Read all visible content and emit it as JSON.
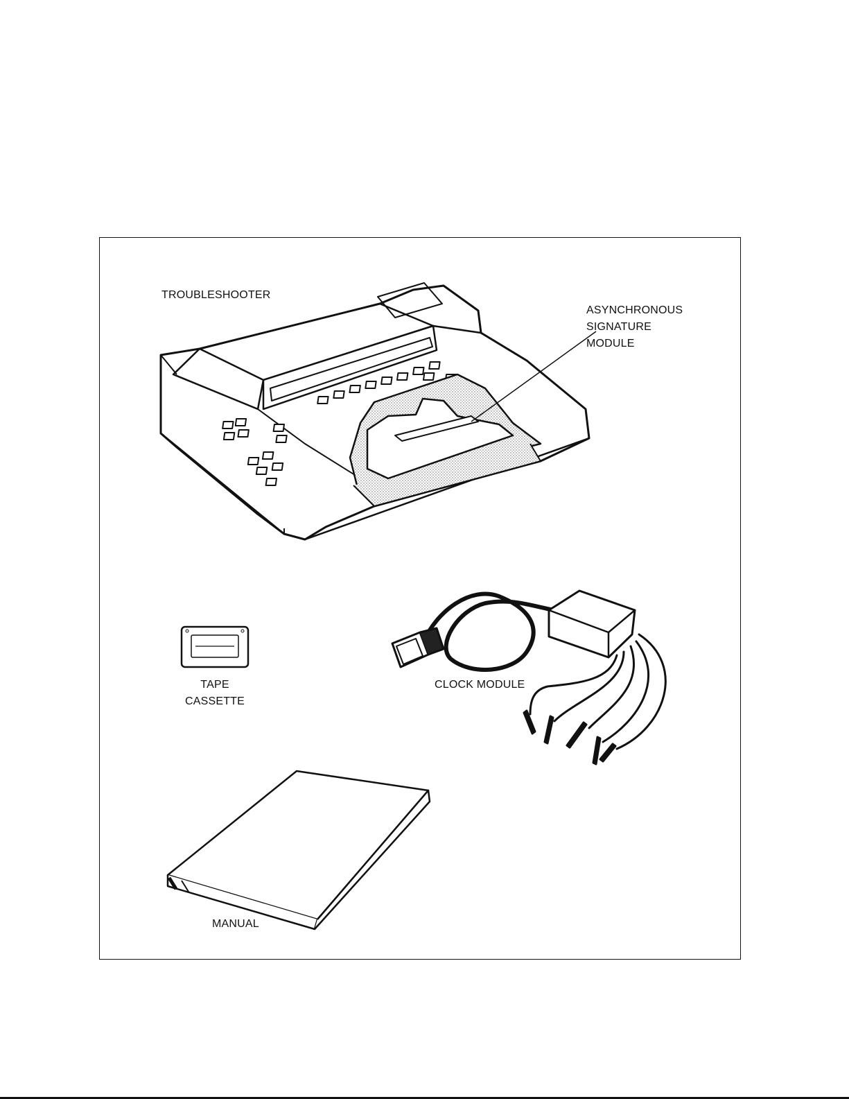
{
  "labels": {
    "troubleshooter": "TROUBLESHOOTER",
    "asynchronous_line1": "ASYNCHRONOUS",
    "asynchronous_line2": "SIGNATURE",
    "asynchronous_line3": "MODULE",
    "tape_line1": "TAPE",
    "tape_line2": "CASSETTE",
    "clock_module": "CLOCK MODULE",
    "manual": "MANUAL"
  },
  "colors": {
    "ink": "#111111",
    "shading": "#c8c8c8",
    "background": "#ffffff"
  }
}
